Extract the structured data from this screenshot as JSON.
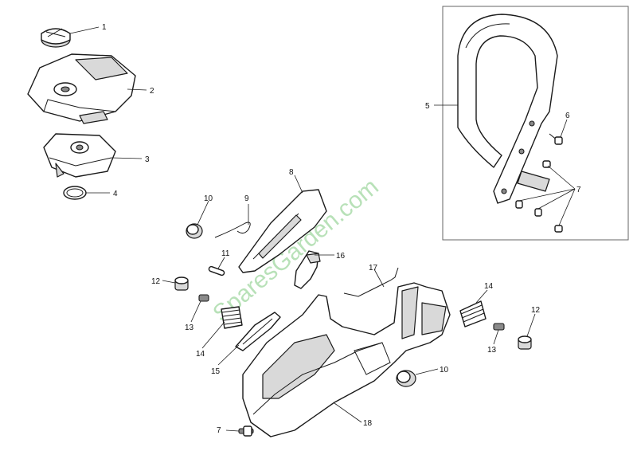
{
  "watermark": "SparesGarden.com",
  "callouts": {
    "c1": "1",
    "c2": "2",
    "c3": "3",
    "c4": "4",
    "c5": "5",
    "c6": "6",
    "c7_inset": "7",
    "c8": "8",
    "c9": "9",
    "c10_left": "10",
    "c11": "11",
    "c12_left": "12",
    "c13_left": "13",
    "c14_left": "14",
    "c15": "15",
    "c16": "16",
    "c17": "17",
    "c14_right": "14",
    "c12_right": "12",
    "c13_right": "13",
    "c10_right": "10",
    "c18": "18",
    "c7_bottom": "7"
  }
}
